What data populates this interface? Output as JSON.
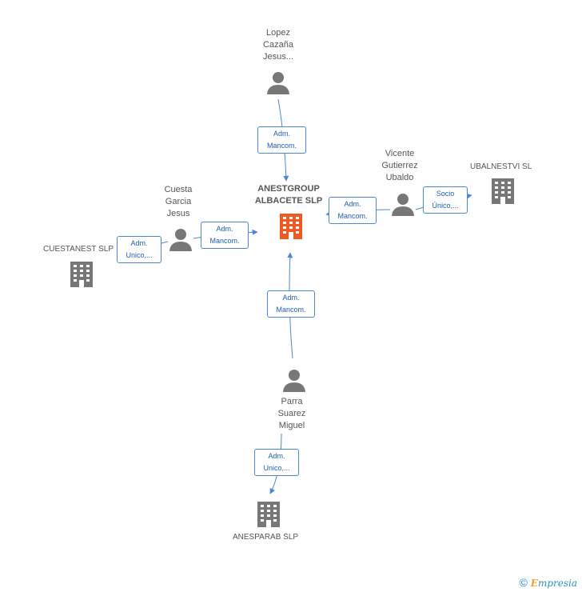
{
  "colors": {
    "accent": "#4a88d6",
    "main_company": "#ef5a24",
    "icon_gray": "#777777",
    "label_text": "#555555"
  },
  "main_company": {
    "name_line1": "ANESTGROUP",
    "name_line2": "ALBACETE SLP",
    "icon": "building-icon"
  },
  "persons": {
    "lopez": {
      "line1": "Lopez",
      "line2": "Cazaña",
      "line3": "Jesus...",
      "icon": "person-icon"
    },
    "vicente": {
      "line1": "Vicente",
      "line2": "Gutierrez",
      "line3": "Ubaldo",
      "icon": "person-icon"
    },
    "cuesta": {
      "line1": "Cuesta",
      "line2": "Garcia",
      "line3": "Jesus",
      "icon": "person-icon"
    },
    "parra": {
      "line1": "Parra",
      "line2": "Suarez",
      "line3": "Miguel",
      "icon": "person-icon"
    }
  },
  "companies": {
    "ubalnestvi": {
      "name": "UBALNESTVI SL",
      "icon": "building-icon"
    },
    "cuestanest": {
      "name": "CUESTANEST SLP",
      "icon": "building-icon"
    },
    "anesparab": {
      "name": "ANESPARAB SLP",
      "icon": "building-icon"
    }
  },
  "relations": {
    "lopez_main": {
      "line1": "Adm.",
      "line2": "Mancom."
    },
    "vicente_main": {
      "line1": "Adm.",
      "line2": "Mancom."
    },
    "vicente_ubalnestvi": {
      "line1": "Socio",
      "line2": "Único,..."
    },
    "cuesta_main": {
      "line1": "Adm.",
      "line2": "Mancom."
    },
    "cuesta_cuestanest": {
      "line1": "Adm.",
      "line2": "Unico,..."
    },
    "parra_main": {
      "line1": "Adm.",
      "line2": "Mancom."
    },
    "parra_anesparab": {
      "line1": "Adm.",
      "line2": "Unico,..."
    }
  },
  "footer": {
    "copyright": "©",
    "brand_initial": "E",
    "brand_rest": "mpresia"
  }
}
